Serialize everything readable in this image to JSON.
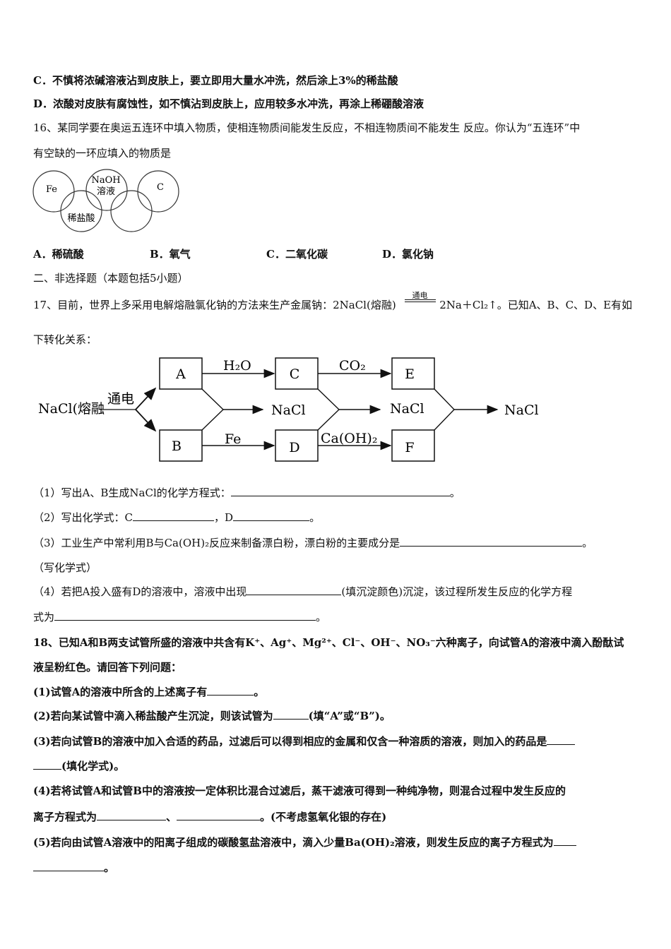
{
  "items": {
    "q15c": "C．不慎将浓碱溶液沾到皮肤上，要立即用大量水冲洗，然后涂上3%的稀盐酸",
    "q15d": "D．浓酸对皮肤有腐蚀性，如不慎沾到皮肤上，应用较多水冲洗，再涂上稀硼酸溶液",
    "q16_line1": "16、某同学要在奥运五连环中填入物质，使相连物质间能发生反应，不相连物质间不能发生 反应。你认为“五连环”中",
    "q16_line2": "有空缺的一环应填入的物质是",
    "q16_options": [
      "A．稀硫酸",
      "B．氧气",
      "C．二氧化碳",
      "D．氯化钠"
    ],
    "section2": "二、非选择题（本题包括5小题）",
    "q17_line1_a": "17、目前，世界上多采用电解熔融氯化钠的方法来生产金属钠：2NaCl(熔融)",
    "q17_arrow_label": "通电",
    "q17_line1_b": "2Na＋Cl₂↑。已知A、B、C、D、E有如",
    "q17_line2": "下转化关系：",
    "q17_sub1_a": "（1）写出A、B生成NaCl的化学方程式：",
    "q17_sub1_b": "。",
    "q17_sub2_a": "（2）写出化学式：C",
    "q17_sub2_b": "，D",
    "q17_sub2_c": "。",
    "q17_sub3_a": "（3）工业生产中常利用B与Ca(OH)₂反应来制备漂白粉，漂白粉的主要成分是",
    "q17_sub3_b": "。",
    "q17_sub3_c": "（写化学式）",
    "q17_sub4_a": "（4）若把A投入盛有D的溶液中，溶液中出现",
    "q17_sub4_b": "(填沉淀颜色)沉淀，该过程所发生反应的化学方程",
    "q17_sub4_c": "式为",
    "q17_sub4_d": "。",
    "q18_line1": "18、已知A和B两支试管所盛的溶液中共含有K⁺、Ag⁺、Mg²⁺、Cl⁻、OH⁻、NO₃⁻六种离子，向试管A的溶液中滴入酚酞试",
    "q18_line2": "液呈粉红色。请回答下列问题：",
    "q18_sub1_a": "(1)试管A的溶液中所含的上述离子有",
    "q18_sub1_b": "。",
    "q18_sub2_a": "(2)若向某试管中滴入稀盐酸产生沉淀，则该试管为",
    "q18_sub2_b": "(填“A”或“B”)。",
    "q18_sub3_a": "(3)若向试管B的溶液中加入合适的药品，过滤后可以得到相应的金属和仅含一种溶质的溶液，则加入的药品是",
    "q18_sub3_b": "(填化学式)。",
    "q18_sub4_a": "(4)若将试管A和试管B中的溶液按一定体积比混合过滤后，蒸干滤液可得到一种纯净物，则混合过程中发生反应的",
    "q18_sub4_b": "离子方程式为",
    "q18_sub4_c": "、",
    "q18_sub4_d": "。(不考虑氢氧化银的存在)",
    "q18_sub5_a": "(5)若向由试管A溶液中的阳离子组成的碳酸氢盐溶液中，滴入少量Ba(OH)₂溶液，则发生反应的离子方程式为",
    "q18_sub5_b": "。"
  },
  "rings": {
    "fe": "Fe",
    "naoh_line1": "NaOH",
    "naoh_line2": "溶液",
    "c": "C",
    "hcl": "稀盐酸"
  },
  "flow": {
    "start": "NaCl(熔融",
    "start_arrow": "通电",
    "box_a": "A",
    "box_b": "B",
    "box_c": "C",
    "box_d": "D",
    "box_e": "E",
    "box_f": "F",
    "h2o": "H₂O",
    "fe": "Fe",
    "co2": "CO₂",
    "caoh2": "Ca(OH)₂",
    "nacl1": "NaCl",
    "nacl2": "NaCl",
    "nacl3": "NaCl"
  }
}
